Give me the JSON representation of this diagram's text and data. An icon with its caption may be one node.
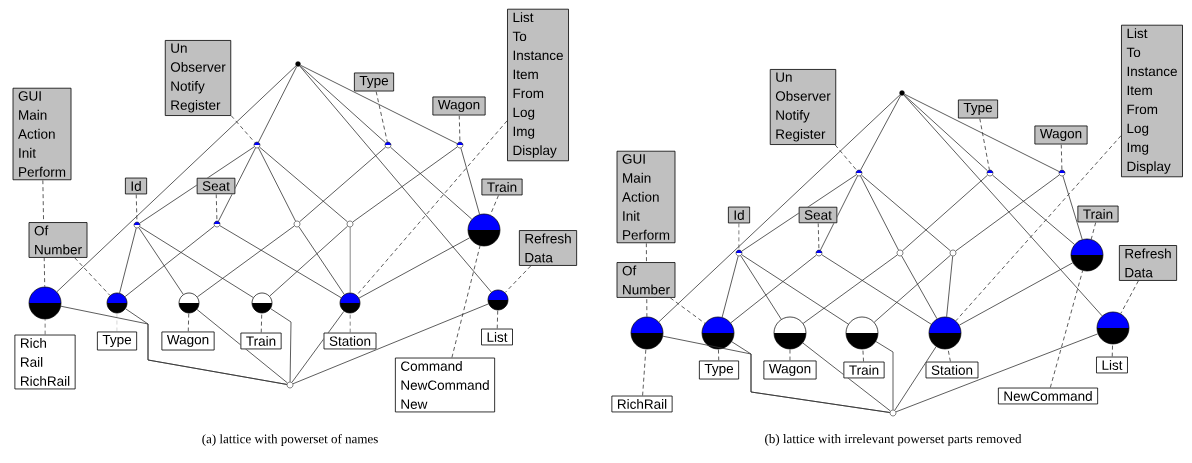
{
  "diagram": {
    "nodes": [
      {
        "text": [],
        "shape": "circle"
      },
      {
        "text": [],
        "shape": "circle"
      },
      {
        "text": [],
        "shape": "circle"
      },
      {
        "text": [],
        "shape": "circle"
      },
      {
        "text": [],
        "shape": "circle"
      },
      {
        "text": [],
        "shape": "circle"
      },
      {
        "text": [],
        "shape": "circle"
      },
      {
        "text": [],
        "shape": "circle"
      },
      {
        "text": [],
        "shape": "circle"
      },
      {
        "text": [],
        "shape": "circle"
      },
      {
        "text": [],
        "shape": "circle"
      },
      {
        "text": [],
        "shape": "circle"
      },
      {
        "text": [],
        "shape": "circle"
      },
      {
        "text": [],
        "shape": "circle"
      },
      {
        "text": [],
        "shape": "circle"
      },
      {
        "text": [],
        "shape": "circle"
      },
      {
        "text": [
          "List",
          "To",
          "Instance",
          "Item",
          "From",
          "Log",
          "Img",
          "Display"
        ]
      },
      {
        "text": [
          "Un",
          "Observer",
          "Notify",
          "Register"
        ]
      },
      {
        "text": [
          "GUI",
          "Main",
          "Action",
          "Init",
          "Perform"
        ]
      },
      {
        "text": [
          "Type"
        ]
      },
      {
        "text": [
          "Wagon"
        ]
      },
      {
        "text": [
          "Id"
        ]
      },
      {
        "text": [
          "Seat"
        ]
      },
      {
        "text": [
          "Train"
        ]
      },
      {
        "text": [
          "Of",
          "Number"
        ]
      },
      {
        "text": [
          "Refresh",
          "Data"
        ]
      },
      {
        "text": [
          "Rich",
          "Rail",
          "RichRail"
        ]
      },
      {
        "text": [
          "Type"
        ]
      },
      {
        "text": [
          "Wagon"
        ]
      },
      {
        "text": [
          "Train"
        ]
      },
      {
        "text": [
          "Station"
        ]
      },
      {
        "text": [
          "List"
        ]
      },
      {
        "text": [
          "Command",
          "NewCommand",
          "New"
        ]
      },
      {
        "text": [],
        "shape": "circle"
      },
      {
        "text": [],
        "shape": "circle"
      },
      {
        "text": [],
        "shape": "circle"
      },
      {
        "text": [],
        "shape": "circle"
      },
      {
        "text": [],
        "shape": "circle"
      },
      {
        "text": [],
        "shape": "circle"
      },
      {
        "text": [],
        "shape": "circle"
      },
      {
        "text": [],
        "shape": "circle"
      },
      {
        "text": [],
        "shape": "circle"
      },
      {
        "text": [],
        "shape": "circle"
      },
      {
        "text": [],
        "shape": "circle"
      },
      {
        "text": [],
        "shape": "circle"
      },
      {
        "text": [],
        "shape": "circle"
      },
      {
        "text": [],
        "shape": "circle"
      },
      {
        "text": [],
        "shape": "circle"
      },
      {
        "text": [],
        "shape": "circle"
      },
      {
        "text": [
          "List",
          "To",
          "Instance",
          "Item",
          "From",
          "Log",
          "Img",
          "Display"
        ]
      },
      {
        "text": [
          "Un",
          "Observer",
          "Notify",
          "Register"
        ]
      },
      {
        "text": [
          "GUI",
          "Main",
          "Action",
          "Init",
          "Perform"
        ]
      },
      {
        "text": [
          "Type"
        ]
      },
      {
        "text": [
          "Wagon"
        ]
      },
      {
        "text": [
          "Id"
        ]
      },
      {
        "text": [
          "Seat"
        ]
      },
      {
        "text": [
          "Train"
        ]
      },
      {
        "text": [
          "Of",
          "Number"
        ]
      },
      {
        "text": [
          "Refresh",
          "Data"
        ]
      },
      {
        "text": [
          "RichRail"
        ]
      },
      {
        "text": [
          "Type"
        ]
      },
      {
        "text": [
          "Wagon"
        ]
      },
      {
        "text": [
          "Train"
        ]
      },
      {
        "text": [
          "Station"
        ]
      },
      {
        "text": [
          "List"
        ]
      },
      {
        "text": [
          "NewCommand"
        ]
      }
    ],
    "edges": [
      {
        "from": 0,
        "to": 1,
        "arrow": "none"
      },
      {
        "from": 0,
        "to": 9,
        "arrow": "none"
      },
      {
        "from": 0,
        "to": 2,
        "arrow": "none"
      },
      {
        "from": 0,
        "to": 3,
        "arrow": "none"
      },
      {
        "from": 0,
        "to": 14,
        "arrow": "none"
      },
      {
        "from": 1,
        "to": 4,
        "arrow": "none"
      },
      {
        "from": 1,
        "to": 5,
        "arrow": "none"
      },
      {
        "from": 1,
        "to": 6,
        "arrow": "none"
      },
      {
        "from": 1,
        "to": 7,
        "arrow": "none"
      },
      {
        "from": 4,
        "to": 10,
        "arrow": "none"
      },
      {
        "from": 4,
        "to": 11,
        "arrow": "none"
      },
      {
        "from": 4,
        "to": 12,
        "arrow": "none"
      },
      {
        "from": 5,
        "to": 10,
        "arrow": "none"
      },
      {
        "from": 5,
        "to": 13,
        "arrow": "none"
      },
      {
        "from": 6,
        "to": 11,
        "arrow": "none"
      },
      {
        "from": 6,
        "to": 13,
        "arrow": "none"
      },
      {
        "from": 7,
        "to": 12,
        "arrow": "none"
      },
      {
        "from": 7,
        "to": 13,
        "arrow": "none"
      },
      {
        "from": 2,
        "to": 6,
        "arrow": "none"
      },
      {
        "from": 2,
        "to": 8,
        "arrow": "none"
      },
      {
        "from": 3,
        "to": 7,
        "arrow": "none"
      },
      {
        "from": 3,
        "to": 8,
        "arrow": "none"
      },
      {
        "from": 8,
        "to": 13,
        "arrow": "none"
      },
      {
        "from": 9,
        "to": 15,
        "arrow": "none"
      },
      {
        "from": 10,
        "to": 15,
        "arrow": "none"
      },
      {
        "from": 11,
        "to": 15,
        "arrow": "none"
      },
      {
        "from": 12,
        "to": 15,
        "arrow": "none"
      },
      {
        "from": 13,
        "to": 15,
        "arrow": "none"
      },
      {
        "from": 14,
        "to": 15,
        "arrow": "none"
      },
      {
        "from": 18,
        "to": 9,
        "arrow": "none",
        "style": "dashed"
      },
      {
        "from": 17,
        "to": 1,
        "arrow": "none",
        "style": "dashed"
      },
      {
        "from": 21,
        "to": 4,
        "arrow": "none",
        "style": "dashed"
      },
      {
        "from": 22,
        "to": 5,
        "arrow": "none",
        "style": "dashed"
      },
      {
        "from": 24,
        "to": 10,
        "arrow": "none",
        "style": "dashed"
      },
      {
        "from": 19,
        "to": 2,
        "arrow": "none",
        "style": "dashed"
      },
      {
        "from": 20,
        "to": 3,
        "arrow": "none",
        "style": "dashed"
      },
      {
        "from": 16,
        "to": 13,
        "arrow": "none",
        "style": "dashed"
      },
      {
        "from": 23,
        "to": 8,
        "arrow": "none",
        "style": "dashed"
      },
      {
        "from": 25,
        "to": 14,
        "arrow": "none",
        "style": "dashed"
      },
      {
        "from": 26,
        "to": 9,
        "arrow": "none",
        "style": "dashed"
      },
      {
        "from": 27,
        "to": 10,
        "arrow": "none",
        "style": "dashed"
      },
      {
        "from": 28,
        "to": 11,
        "arrow": "none",
        "style": "dashed"
      },
      {
        "from": 29,
        "to": 12,
        "arrow": "none",
        "style": "dashed"
      },
      {
        "from": 30,
        "to": 13,
        "arrow": "none",
        "style": "dashed"
      },
      {
        "from": 31,
        "to": 14,
        "arrow": "none",
        "style": "dashed"
      },
      {
        "from": 32,
        "to": 8,
        "arrow": "none",
        "style": "dashed"
      },
      {
        "from": 33,
        "to": 34,
        "arrow": "none"
      },
      {
        "from": 33,
        "to": 42,
        "arrow": "none"
      },
      {
        "from": 33,
        "to": 35,
        "arrow": "none"
      },
      {
        "from": 33,
        "to": 36,
        "arrow": "none"
      },
      {
        "from": 33,
        "to": 47,
        "arrow": "none"
      },
      {
        "from": 34,
        "to": 37,
        "arrow": "none"
      },
      {
        "from": 34,
        "to": 38,
        "arrow": "none"
      },
      {
        "from": 34,
        "to": 39,
        "arrow": "none"
      },
      {
        "from": 34,
        "to": 40,
        "arrow": "none"
      },
      {
        "from": 37,
        "to": 43,
        "arrow": "none"
      },
      {
        "from": 37,
        "to": 44,
        "arrow": "none"
      },
      {
        "from": 37,
        "to": 45,
        "arrow": "none"
      },
      {
        "from": 38,
        "to": 43,
        "arrow": "none"
      },
      {
        "from": 38,
        "to": 46,
        "arrow": "none"
      },
      {
        "from": 39,
        "to": 44,
        "arrow": "none"
      },
      {
        "from": 39,
        "to": 46,
        "arrow": "none"
      },
      {
        "from": 40,
        "to": 45,
        "arrow": "none"
      },
      {
        "from": 40,
        "to": 46,
        "arrow": "none"
      },
      {
        "from": 35,
        "to": 39,
        "arrow": "none"
      },
      {
        "from": 35,
        "to": 41,
        "arrow": "none"
      },
      {
        "from": 36,
        "to": 40,
        "arrow": "none"
      },
      {
        "from": 36,
        "to": 41,
        "arrow": "none"
      },
      {
        "from": 41,
        "to": 46,
        "arrow": "none"
      },
      {
        "from": 42,
        "to": 48,
        "arrow": "none"
      },
      {
        "from": 43,
        "to": 48,
        "arrow": "none"
      },
      {
        "from": 44,
        "to": 48,
        "arrow": "none"
      },
      {
        "from": 45,
        "to": 48,
        "arrow": "none"
      },
      {
        "from": 46,
        "to": 48,
        "arrow": "none"
      },
      {
        "from": 47,
        "to": 48,
        "arrow": "none"
      },
      {
        "from": 51,
        "to": 42,
        "arrow": "none",
        "style": "dashed"
      },
      {
        "from": 50,
        "to": 34,
        "arrow": "none",
        "style": "dashed"
      },
      {
        "from": 54,
        "to": 37,
        "arrow": "none",
        "style": "dashed"
      },
      {
        "from": 55,
        "to": 38,
        "arrow": "none",
        "style": "dashed"
      },
      {
        "from": 57,
        "to": 43,
        "arrow": "none",
        "style": "dashed"
      },
      {
        "from": 52,
        "to": 35,
        "arrow": "none",
        "style": "dashed"
      },
      {
        "from": 53,
        "to": 36,
        "arrow": "none",
        "style": "dashed"
      },
      {
        "from": 49,
        "to": 46,
        "arrow": "none",
        "style": "dashed"
      },
      {
        "from": 56,
        "to": 41,
        "arrow": "none",
        "style": "dashed"
      },
      {
        "from": 58,
        "to": 47,
        "arrow": "none",
        "style": "dashed"
      },
      {
        "from": 59,
        "to": 42,
        "arrow": "none",
        "style": "dashed"
      },
      {
        "from": 60,
        "to": 43,
        "arrow": "none",
        "style": "dashed"
      },
      {
        "from": 61,
        "to": 44,
        "arrow": "none",
        "style": "dashed"
      },
      {
        "from": 62,
        "to": 45,
        "arrow": "none",
        "style": "dashed"
      },
      {
        "from": 63,
        "to": 46,
        "arrow": "none",
        "style": "dashed"
      },
      {
        "from": 64,
        "to": 47,
        "arrow": "none",
        "style": "dashed"
      },
      {
        "from": 65,
        "to": 41,
        "arrow": "none",
        "style": "dashed"
      }
    ],
    "labels": [
      "(a) lattice with powerset of names",
      "(b) lattice with irrelevant powerset parts removed"
    ]
  }
}
